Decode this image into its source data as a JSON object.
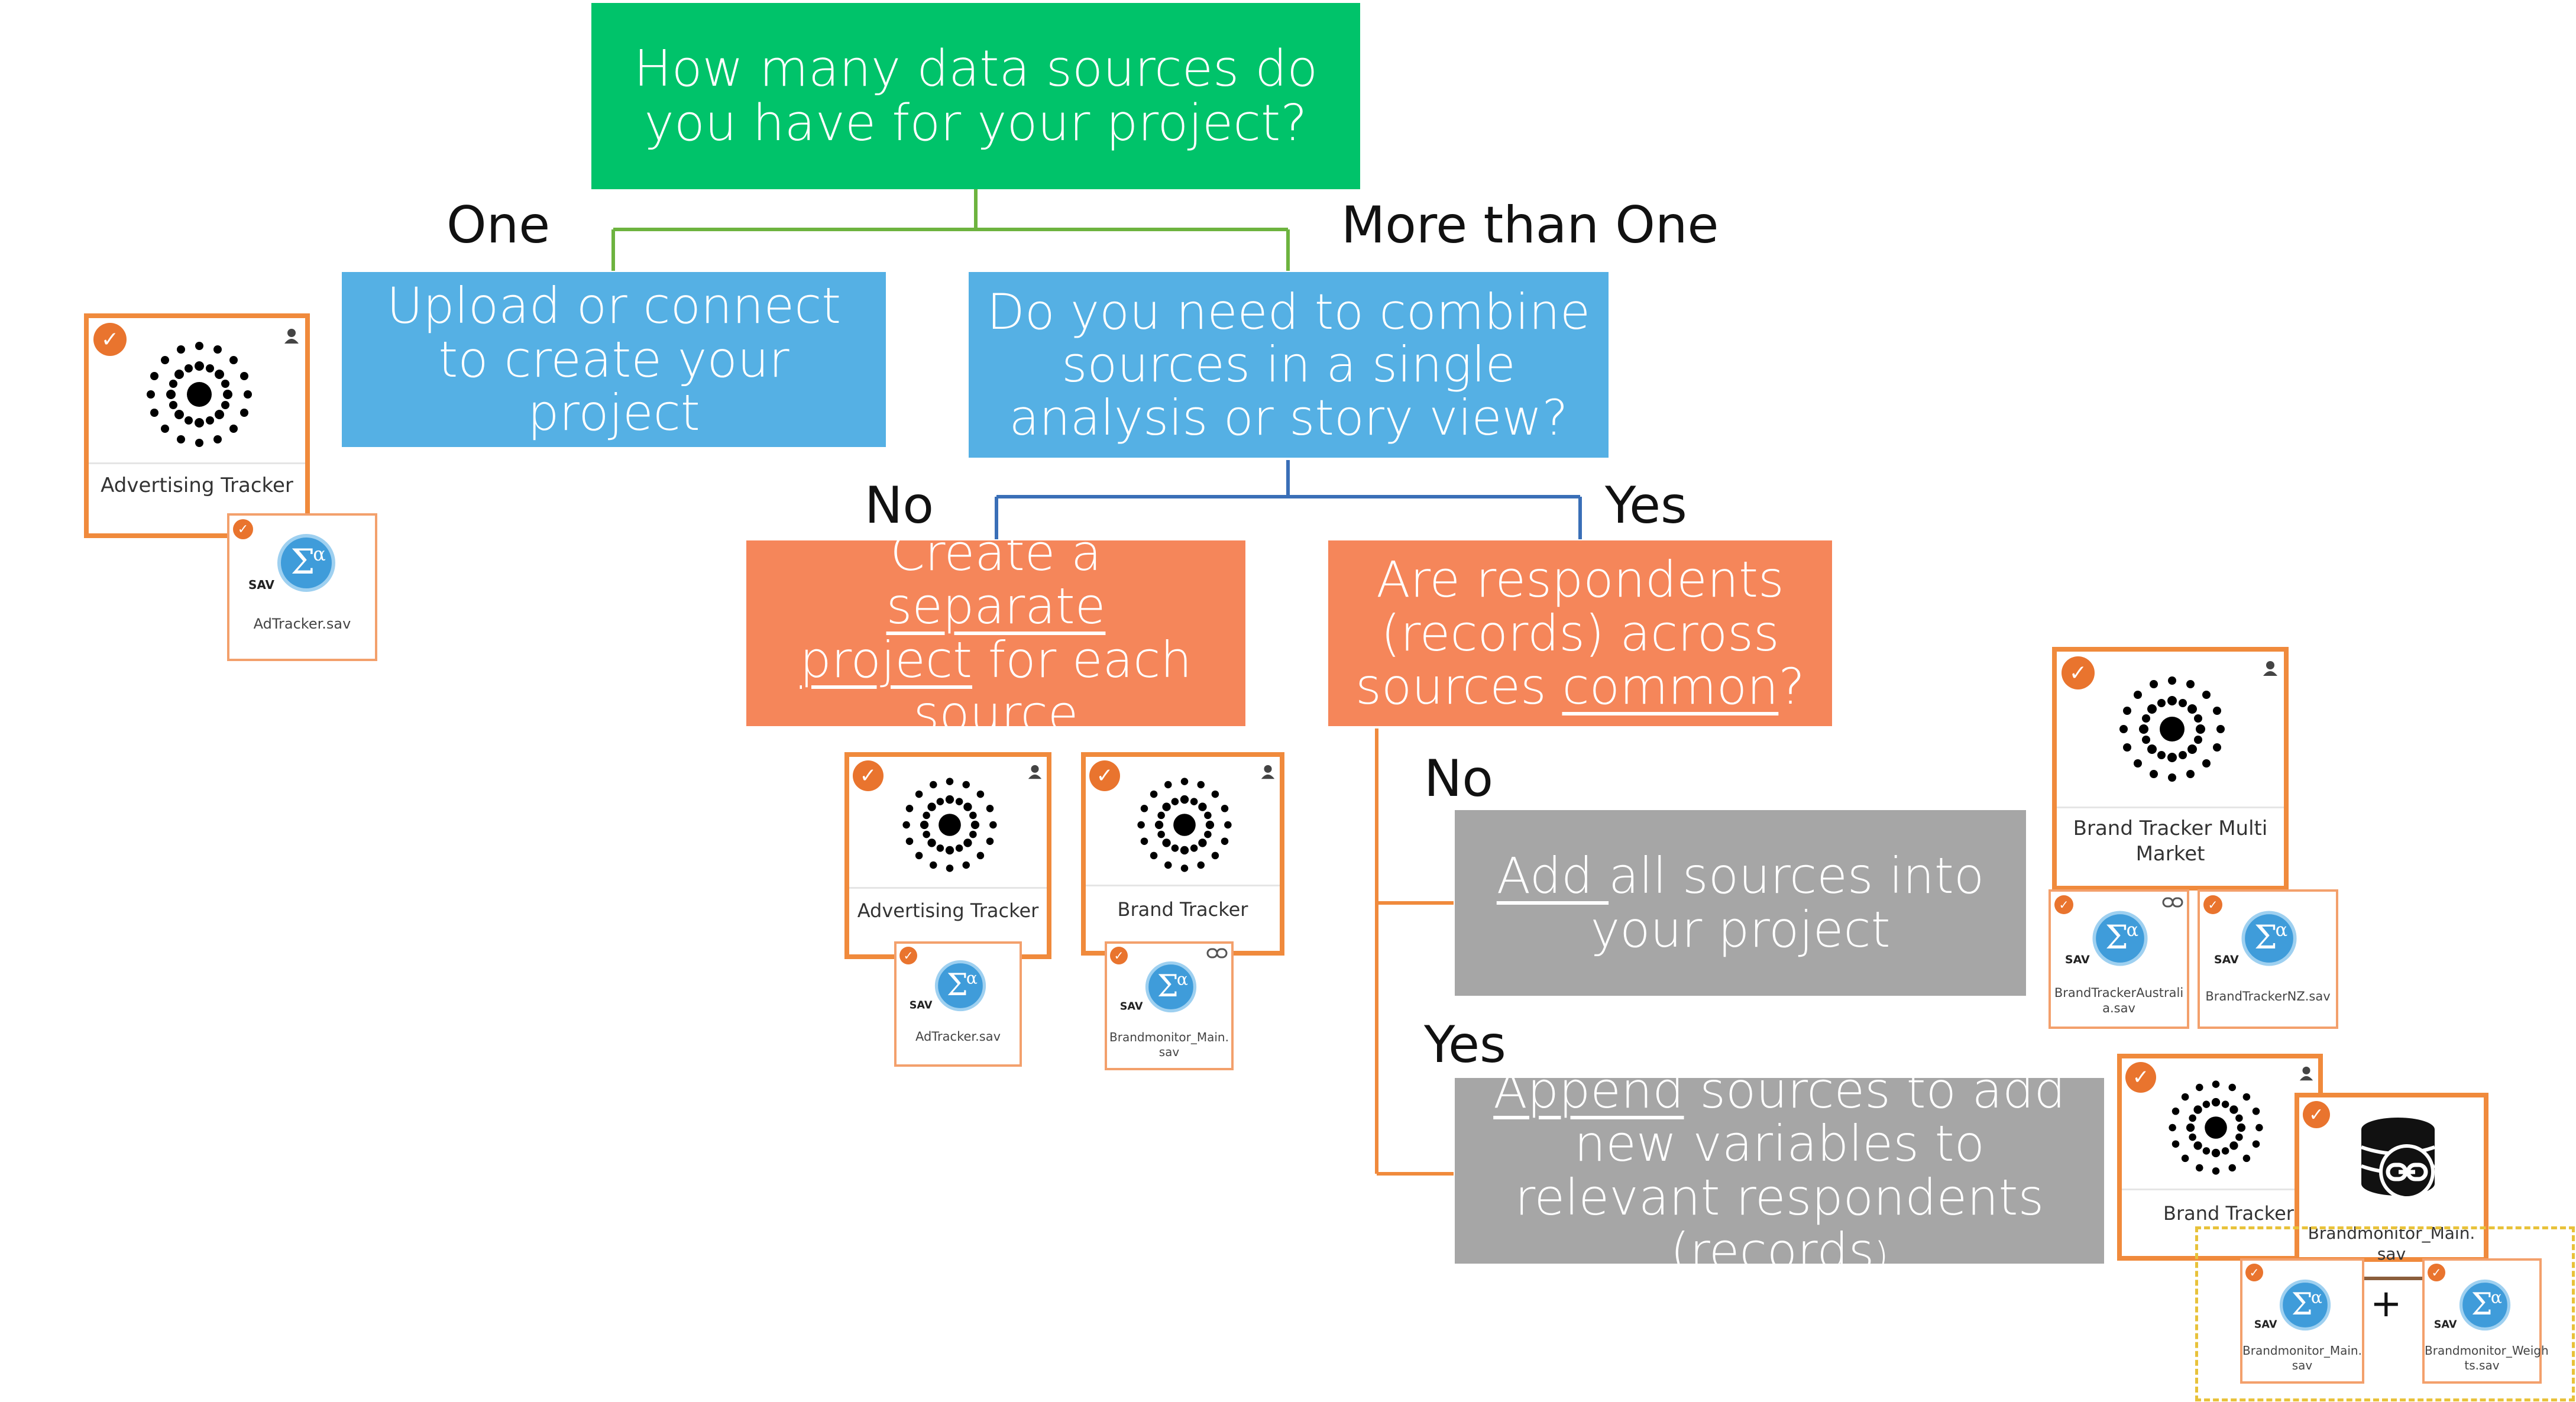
{
  "nodes": {
    "question_sources": "How many data sources do you have for your project?",
    "upload_connect": "Upload or connect to create your project",
    "combine_question": "Do you need to combine sources in a single analysis or story view?",
    "separate": {
      "pre": "Create a ",
      "u1": "separate",
      "u2": "project",
      "post": " for each source"
    },
    "respondents": {
      "pre": "Are respondents (records) across sources ",
      "u": "common",
      "post": "?"
    },
    "add": {
      "u": "Add ",
      "post": "all sources into your project"
    },
    "append": {
      "u": "Append",
      "post": " sources to add new variables to relevant respondents (records",
      "tail": ")"
    }
  },
  "branches": {
    "one": "One",
    "more_than_one": "More than One",
    "no_top": "No",
    "yes_top": "Yes",
    "no_lower": "No",
    "yes_lower": "Yes"
  },
  "cards": {
    "advertising_tracker_1": {
      "title": "Advertising Tracker",
      "file": "AdTracker.sav"
    },
    "advertising_tracker_2": {
      "title": "Advertising Tracker",
      "file": "AdTracker.sav"
    },
    "brand_tracker_1": {
      "title": "Brand Tracker",
      "file": "Brandmonitor_Main.\nsav"
    },
    "brand_tracker_multi": {
      "title": "Brand Tracker Multi\nMarket",
      "file1": "BrandTrackerAustrali\na.sav",
      "file2": "BrandTrackerNZ.sav"
    },
    "brand_tracker_2": {
      "title": "Brand Tracker",
      "dbfile": "Brandmonitor_Main.\nsav",
      "file1": "Brandmonitor_Main.\nsav",
      "file2": "Brandmonitor_Weigh\nts.sav",
      "plus": "+"
    }
  },
  "icons": {
    "project": "dotted-circle-project-icon",
    "sav": "sav-sigma-icon",
    "user": "user-icon",
    "link": "link-icon",
    "database": "database-link-icon",
    "check": "check-icon"
  },
  "colors": {
    "green": "#00C36A",
    "blue": "#55B0E4",
    "orange": "#F5865A",
    "gray": "#A6A6A6",
    "card_border": "#F08A3C",
    "connector_green": "#6DB33F",
    "connector_blue": "#3A6FB7",
    "connector_orange": "#F08A3C"
  }
}
